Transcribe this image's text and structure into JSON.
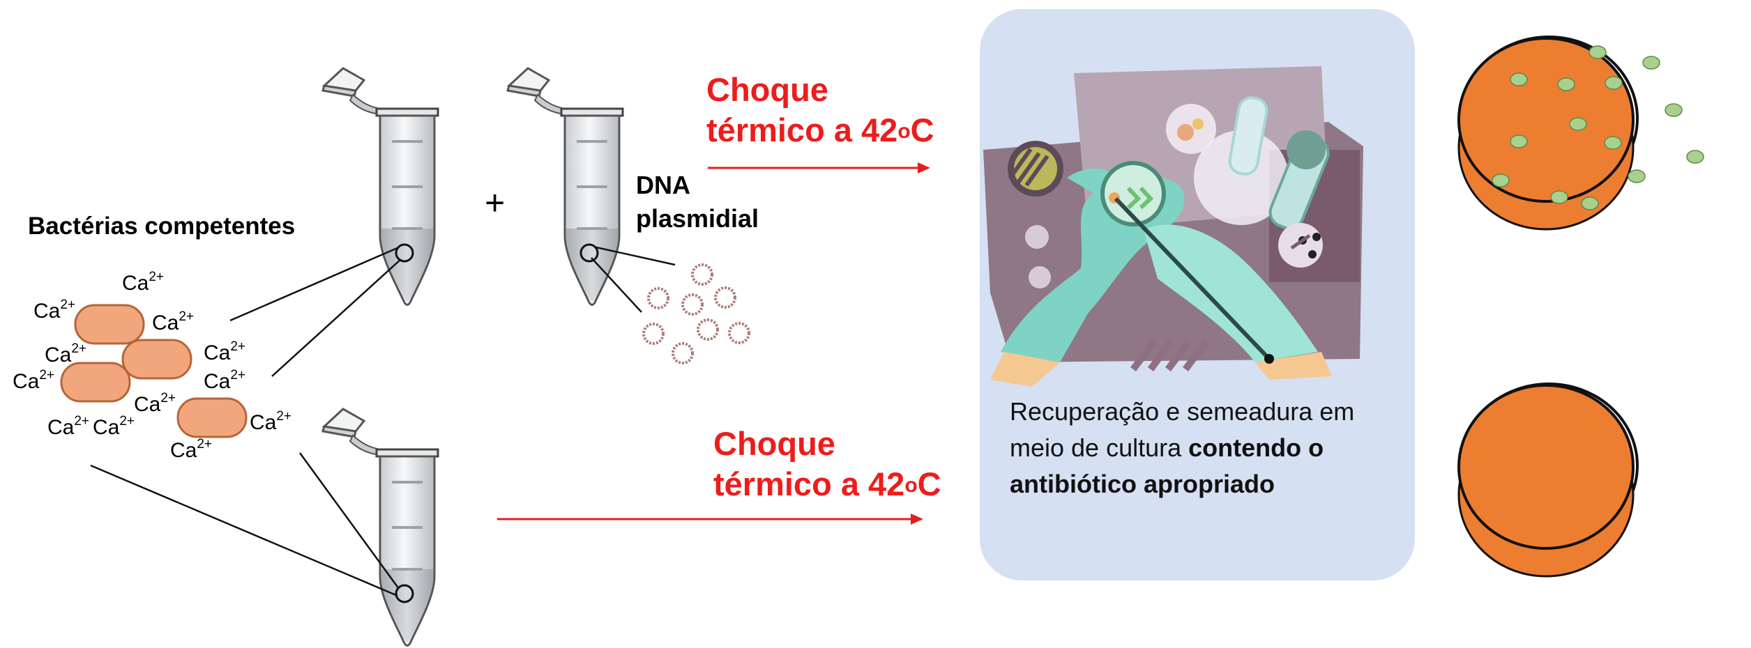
{
  "labels": {
    "bacteria_title": "Bactérias competentes",
    "dna_line1": "DNA",
    "dna_line2": "plasmidial",
    "plus": "+",
    "heat_top_line1": "Choque",
    "heat_top_line2": "térmico a 42",
    "heat_top_sup": "o",
    "heat_top_unit": "C",
    "heat_bottom_line1": "Choque",
    "heat_bottom_line2": "térmico a 42",
    "heat_bottom_sup": "o",
    "heat_bottom_unit": "C",
    "recovery_normal_1": "Recuperação e semeadura em meio de cultura ",
    "recovery_bold_1": "contendo o",
    "recovery_bold_2": "antibiótico apropriado"
  },
  "ions": {
    "base": "Ca",
    "charge": "2+",
    "count": 12
  },
  "colors": {
    "red_text": "#ee1c1c",
    "arrow": "#e41f1f",
    "bacteria_fill": "#f1a67c",
    "bacteria_stroke": "#b5653a",
    "panel_bg": "#d5e0f2",
    "plate_fill": "#ed7d31",
    "colony": "#a9d08e",
    "plasmid": "#b07a7a"
  },
  "icons": {
    "tube": "microcentrifuge-tube-icon",
    "plasmid": "plasmid-ring-icon",
    "lab": "laboratory-clipart-icon",
    "plate": "petri-dish-icon",
    "colony": "bacterial-colony-icon"
  }
}
